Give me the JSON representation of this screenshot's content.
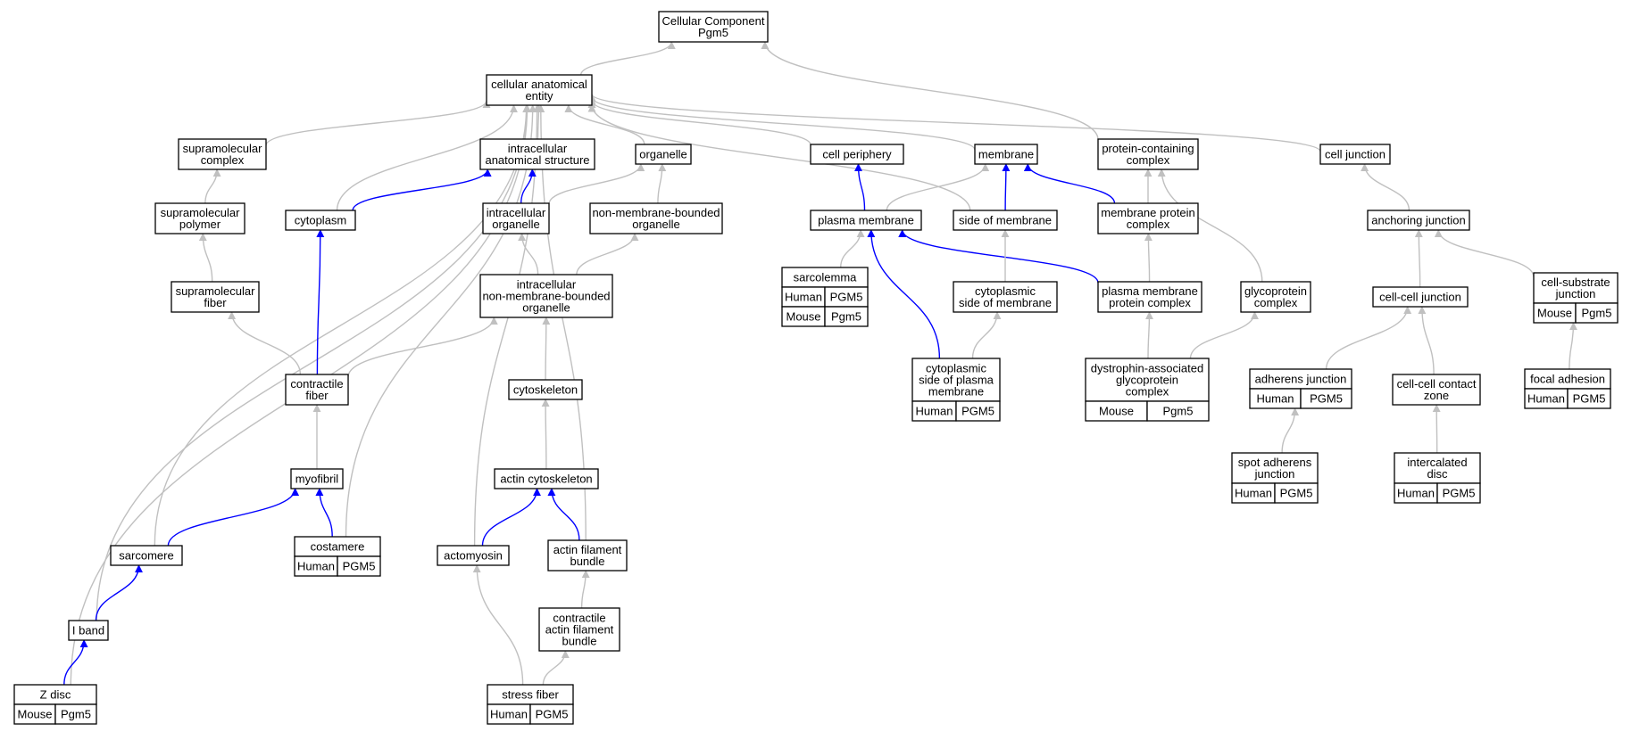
{
  "colors": {
    "gray_edge": "#c0c0c0",
    "blue_edge": "#0000ff",
    "human_cell": "#fa6347",
    "mouse_cell": "#add8e6"
  },
  "nodes": {
    "cellular_component": {
      "lines": [
        "Cellular Component",
        "Pgm5"
      ]
    },
    "cellular_anatomical_entity": {
      "lines": [
        "cellular anatomical",
        "entity"
      ]
    },
    "supramolecular_complex": {
      "lines": [
        "supramolecular",
        "complex"
      ]
    },
    "intracellular_anatomical_structure": {
      "lines": [
        "intracellular",
        "anatomical structure"
      ]
    },
    "organelle": {
      "lines": [
        "organelle"
      ]
    },
    "cell_periphery": {
      "lines": [
        "cell periphery"
      ]
    },
    "membrane": {
      "lines": [
        "membrane"
      ]
    },
    "protein_containing_complex": {
      "lines": [
        "protein-containing",
        "complex"
      ]
    },
    "cell_junction": {
      "lines": [
        "cell junction"
      ]
    },
    "supramolecular_polymer": {
      "lines": [
        "supramolecular",
        "polymer"
      ]
    },
    "cytoplasm": {
      "lines": [
        "cytoplasm"
      ]
    },
    "intracellular_organelle": {
      "lines": [
        "intracellular",
        "organelle"
      ]
    },
    "non_membrane_bounded_organelle": {
      "lines": [
        "non-membrane-bounded",
        "organelle"
      ]
    },
    "plasma_membrane": {
      "lines": [
        "plasma membrane"
      ]
    },
    "side_of_membrane": {
      "lines": [
        "side of membrane"
      ]
    },
    "membrane_protein_complex": {
      "lines": [
        "membrane protein",
        "complex"
      ]
    },
    "anchoring_junction": {
      "lines": [
        "anchoring junction"
      ]
    },
    "supramolecular_fiber": {
      "lines": [
        "supramolecular",
        "fiber"
      ]
    },
    "intracellular_nmb_organelle": {
      "lines": [
        "intracellular",
        "non-membrane-bounded",
        "organelle"
      ]
    },
    "sarcolemma": {
      "lines": [
        "sarcolemma"
      ],
      "badges": [
        [
          "Human",
          "PGM5"
        ],
        [
          "Mouse",
          "Pgm5"
        ]
      ]
    },
    "cytoplasmic_side_of_membrane": {
      "lines": [
        "cytoplasmic",
        "side of membrane"
      ]
    },
    "plasma_membrane_protein_complex": {
      "lines": [
        "plasma membrane",
        "protein complex"
      ]
    },
    "glycoprotein_complex": {
      "lines": [
        "glycoprotein",
        "complex"
      ]
    },
    "cell_cell_junction": {
      "lines": [
        "cell-cell junction"
      ]
    },
    "cell_substrate_junction": {
      "lines": [
        "cell-substrate",
        "junction"
      ],
      "badges": [
        [
          "Mouse",
          "Pgm5"
        ]
      ]
    },
    "contractile_fiber": {
      "lines": [
        "contractile",
        "fiber"
      ]
    },
    "cytoskeleton": {
      "lines": [
        "cytoskeleton"
      ]
    },
    "cytoplasmic_side_of_plasma_membrane": {
      "lines": [
        "cytoplasmic",
        "side of plasma",
        "membrane"
      ],
      "badges": [
        [
          "Human",
          "PGM5"
        ]
      ]
    },
    "dystrophin_associated_glycoprotein_complex": {
      "lines": [
        "dystrophin-associated",
        "glycoprotein",
        "complex"
      ],
      "badges": [
        [
          "Mouse",
          "Pgm5"
        ]
      ]
    },
    "adherens_junction": {
      "lines": [
        "adherens junction"
      ],
      "badges": [
        [
          "Human",
          "PGM5"
        ]
      ]
    },
    "cell_cell_contact_zone": {
      "lines": [
        "cell-cell contact",
        "zone"
      ]
    },
    "focal_adhesion": {
      "lines": [
        "focal adhesion"
      ],
      "badges": [
        [
          "Human",
          "PGM5"
        ]
      ]
    },
    "myofibril": {
      "lines": [
        "myofibril"
      ]
    },
    "actin_cytoskeleton": {
      "lines": [
        "actin cytoskeleton"
      ]
    },
    "spot_adherens_junction": {
      "lines": [
        "spot adherens",
        "junction"
      ],
      "badges": [
        [
          "Human",
          "PGM5"
        ]
      ]
    },
    "intercalated_disc": {
      "lines": [
        "intercalated",
        "disc"
      ],
      "badges": [
        [
          "Human",
          "PGM5"
        ]
      ]
    },
    "sarcomere": {
      "lines": [
        "sarcomere"
      ]
    },
    "costamere": {
      "lines": [
        "costamere"
      ],
      "badges": [
        [
          "Human",
          "PGM5"
        ]
      ]
    },
    "actomyosin": {
      "lines": [
        "actomyosin"
      ]
    },
    "actin_filament_bundle": {
      "lines": [
        "actin filament",
        "bundle"
      ]
    },
    "i_band": {
      "lines": [
        "I band"
      ]
    },
    "contractile_actin_filament_bundle": {
      "lines": [
        "contractile",
        "actin filament",
        "bundle"
      ]
    },
    "z_disc": {
      "lines": [
        "Z disc"
      ],
      "badges": [
        [
          "Mouse",
          "Pgm5"
        ]
      ]
    },
    "stress_fiber": {
      "lines": [
        "stress fiber"
      ],
      "badges": [
        [
          "Human",
          "PGM5"
        ]
      ]
    }
  },
  "edges": [
    {
      "from": "cellular_anatomical_entity",
      "to": "cellular_component",
      "color": "gray"
    },
    {
      "from": "protein_containing_complex",
      "to": "cellular_component",
      "color": "gray"
    },
    {
      "from": "supramolecular_complex",
      "to": "cellular_anatomical_entity",
      "color": "gray"
    },
    {
      "from": "intracellular_anatomical_structure",
      "to": "cellular_anatomical_entity",
      "color": "gray"
    },
    {
      "from": "organelle",
      "to": "cellular_anatomical_entity",
      "color": "gray"
    },
    {
      "from": "cell_periphery",
      "to": "cellular_anatomical_entity",
      "color": "gray"
    },
    {
      "from": "membrane",
      "to": "cellular_anatomical_entity",
      "color": "gray"
    },
    {
      "from": "cell_junction",
      "to": "cellular_anatomical_entity",
      "color": "gray"
    },
    {
      "from": "cytoplasm",
      "to": "cellular_anatomical_entity",
      "color": "gray"
    },
    {
      "from": "side_of_membrane",
      "to": "cellular_anatomical_entity",
      "color": "gray"
    },
    {
      "from": "sarcomere",
      "to": "cellular_anatomical_entity",
      "color": "gray"
    },
    {
      "from": "i_band",
      "to": "cellular_anatomical_entity",
      "color": "gray"
    },
    {
      "from": "z_disc",
      "to": "cellular_anatomical_entity",
      "color": "gray"
    },
    {
      "from": "costamere",
      "to": "cellular_anatomical_entity",
      "color": "gray"
    },
    {
      "from": "actomyosin",
      "to": "cellular_anatomical_entity",
      "color": "gray"
    },
    {
      "from": "actin_filament_bundle",
      "to": "cellular_anatomical_entity",
      "color": "gray"
    },
    {
      "from": "supramolecular_polymer",
      "to": "supramolecular_complex",
      "color": "gray"
    },
    {
      "from": "supramolecular_fiber",
      "to": "supramolecular_polymer",
      "color": "gray"
    },
    {
      "from": "contractile_fiber",
      "to": "supramolecular_fiber",
      "color": "gray"
    },
    {
      "from": "cytoplasm",
      "to": "intracellular_anatomical_structure",
      "color": "blue"
    },
    {
      "from": "intracellular_organelle",
      "to": "intracellular_anatomical_structure",
      "color": "blue"
    },
    {
      "from": "intracellular_organelle",
      "to": "organelle",
      "color": "gray"
    },
    {
      "from": "non_membrane_bounded_organelle",
      "to": "organelle",
      "color": "gray"
    },
    {
      "from": "intracellular_nmb_organelle",
      "to": "intracellular_organelle",
      "color": "gray"
    },
    {
      "from": "intracellular_nmb_organelle",
      "to": "non_membrane_bounded_organelle",
      "color": "gray"
    },
    {
      "from": "contractile_fiber",
      "to": "intracellular_nmb_organelle",
      "color": "gray"
    },
    {
      "from": "cytoskeleton",
      "to": "intracellular_nmb_organelle",
      "color": "gray"
    },
    {
      "from": "contractile_fiber",
      "to": "cytoplasm",
      "color": "blue"
    },
    {
      "from": "myofibril",
      "to": "contractile_fiber",
      "color": "gray"
    },
    {
      "from": "sarcomere",
      "to": "myofibril",
      "color": "blue"
    },
    {
      "from": "costamere",
      "to": "myofibril",
      "color": "blue"
    },
    {
      "from": "i_band",
      "to": "sarcomere",
      "color": "blue"
    },
    {
      "from": "z_disc",
      "to": "i_band",
      "color": "blue"
    },
    {
      "from": "actin_cytoskeleton",
      "to": "cytoskeleton",
      "color": "gray"
    },
    {
      "from": "actomyosin",
      "to": "actin_cytoskeleton",
      "color": "blue"
    },
    {
      "from": "actin_filament_bundle",
      "to": "actin_cytoskeleton",
      "color": "blue"
    },
    {
      "from": "contractile_actin_filament_bundle",
      "to": "actin_filament_bundle",
      "color": "gray"
    },
    {
      "from": "stress_fiber",
      "to": "contractile_actin_filament_bundle",
      "color": "gray"
    },
    {
      "from": "stress_fiber",
      "to": "actomyosin",
      "color": "gray"
    },
    {
      "from": "plasma_membrane",
      "to": "cell_periphery",
      "color": "blue"
    },
    {
      "from": "plasma_membrane",
      "to": "membrane",
      "color": "gray"
    },
    {
      "from": "side_of_membrane",
      "to": "membrane",
      "color": "blue"
    },
    {
      "from": "membrane_protein_complex",
      "to": "membrane",
      "color": "blue"
    },
    {
      "from": "membrane_protein_complex",
      "to": "protein_containing_complex",
      "color": "gray"
    },
    {
      "from": "glycoprotein_complex",
      "to": "protein_containing_complex",
      "color": "gray"
    },
    {
      "from": "sarcolemma",
      "to": "plasma_membrane",
      "color": "gray"
    },
    {
      "from": "cytoplasmic_side_of_plasma_membrane",
      "to": "plasma_membrane",
      "color": "blue"
    },
    {
      "from": "plasma_membrane_protein_complex",
      "to": "plasma_membrane",
      "color": "blue"
    },
    {
      "from": "cytoplasmic_side_of_membrane",
      "to": "side_of_membrane",
      "color": "gray"
    },
    {
      "from": "cytoplasmic_side_of_plasma_membrane",
      "to": "cytoplasmic_side_of_membrane",
      "color": "gray"
    },
    {
      "from": "plasma_membrane_protein_complex",
      "to": "membrane_protein_complex",
      "color": "gray"
    },
    {
      "from": "dystrophin_associated_glycoprotein_complex",
      "to": "plasma_membrane_protein_complex",
      "color": "gray"
    },
    {
      "from": "dystrophin_associated_glycoprotein_complex",
      "to": "glycoprotein_complex",
      "color": "gray"
    },
    {
      "from": "anchoring_junction",
      "to": "cell_junction",
      "color": "gray"
    },
    {
      "from": "cell_cell_junction",
      "to": "anchoring_junction",
      "color": "gray"
    },
    {
      "from": "cell_substrate_junction",
      "to": "anchoring_junction",
      "color": "gray"
    },
    {
      "from": "adherens_junction",
      "to": "cell_cell_junction",
      "color": "gray"
    },
    {
      "from": "cell_cell_contact_zone",
      "to": "cell_cell_junction",
      "color": "gray"
    },
    {
      "from": "focal_adhesion",
      "to": "cell_substrate_junction",
      "color": "gray"
    },
    {
      "from": "spot_adherens_junction",
      "to": "adherens_junction",
      "color": "gray"
    },
    {
      "from": "intercalated_disc",
      "to": "cell_cell_contact_zone",
      "color": "gray"
    }
  ]
}
